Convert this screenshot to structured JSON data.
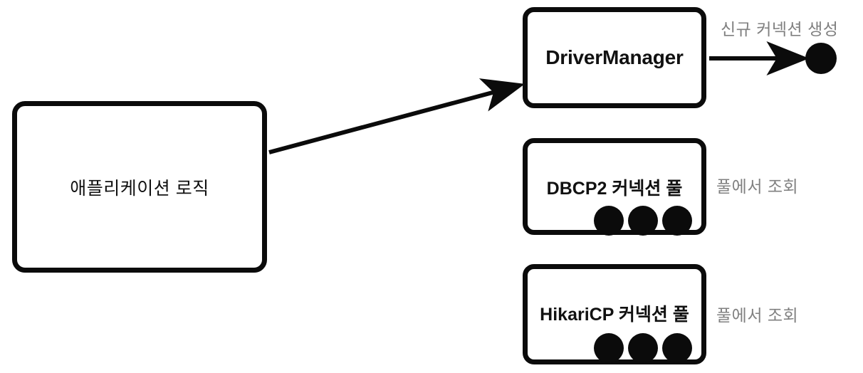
{
  "diagram": {
    "title_present": false,
    "background_color": "#ffffff",
    "stroke_color": "#0b0b0b",
    "note_color": "#808080",
    "nodes": [
      {
        "id": "app-logic",
        "label": "애플리케이션 로직",
        "shape": "rounded-rect"
      },
      {
        "id": "driver-manager",
        "label": "DriverManager",
        "shape": "rounded-rect"
      },
      {
        "id": "dbcp2-pool",
        "label": "DBCP2 커넥션 풀",
        "shape": "rounded-rect",
        "connection_count": 3
      },
      {
        "id": "hikaricp-pool",
        "label": "HikariCP 커넥션 풀",
        "shape": "rounded-rect",
        "connection_count": 3
      }
    ],
    "notes": [
      {
        "id": "new-connection",
        "text": "신규 커넥션 생성"
      },
      {
        "id": "pool-lookup-dbcp2",
        "text": "풀에서 조회"
      },
      {
        "id": "pool-lookup-hikaricp",
        "text": "풀에서 조회"
      }
    ],
    "edges": [
      {
        "id": "app-to-driver",
        "from": "app-logic",
        "to": "driver-manager",
        "style": "solid-arrow"
      },
      {
        "id": "driver-to-new-connection",
        "from": "driver-manager",
        "to": "new-connection-circle",
        "style": "solid-arrow"
      }
    ]
  }
}
